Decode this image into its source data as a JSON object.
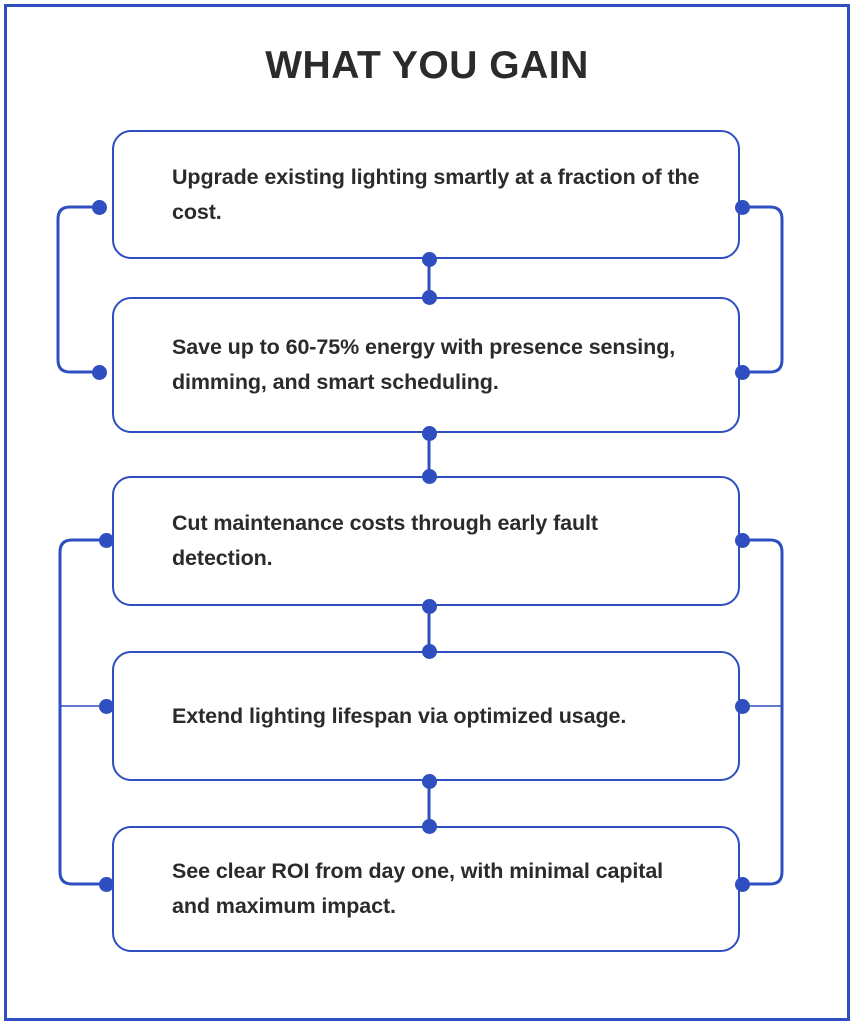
{
  "page": {
    "title": "WHAT YOU GAIN",
    "border_color": "#2F4FC0",
    "background_color": "#ffffff",
    "title_color": "#2B2B2B",
    "accent_color": "#2F4FC0",
    "text_color": "#2B2B2B"
  },
  "diagram": {
    "type": "bracketed-list",
    "nodes": [
      {
        "id": "node-1",
        "text": "Upgrade existing lighting smartly at a fraction of the cost."
      },
      {
        "id": "node-2",
        "text": "Save up to 60-75% energy with presence sensing, dimming, and smart scheduling."
      },
      {
        "id": "node-3",
        "text": "Cut maintenance costs through early fault detection."
      },
      {
        "id": "node-4",
        "text": "Extend lighting lifespan via optimized usage."
      },
      {
        "id": "node-5",
        "text": "See clear ROI from day one, with minimal capital and maximum impact."
      }
    ],
    "groups": [
      {
        "id": "group-upper",
        "members": [
          0,
          1
        ]
      },
      {
        "id": "group-lower",
        "members": [
          2,
          3,
          4
        ]
      }
    ]
  }
}
